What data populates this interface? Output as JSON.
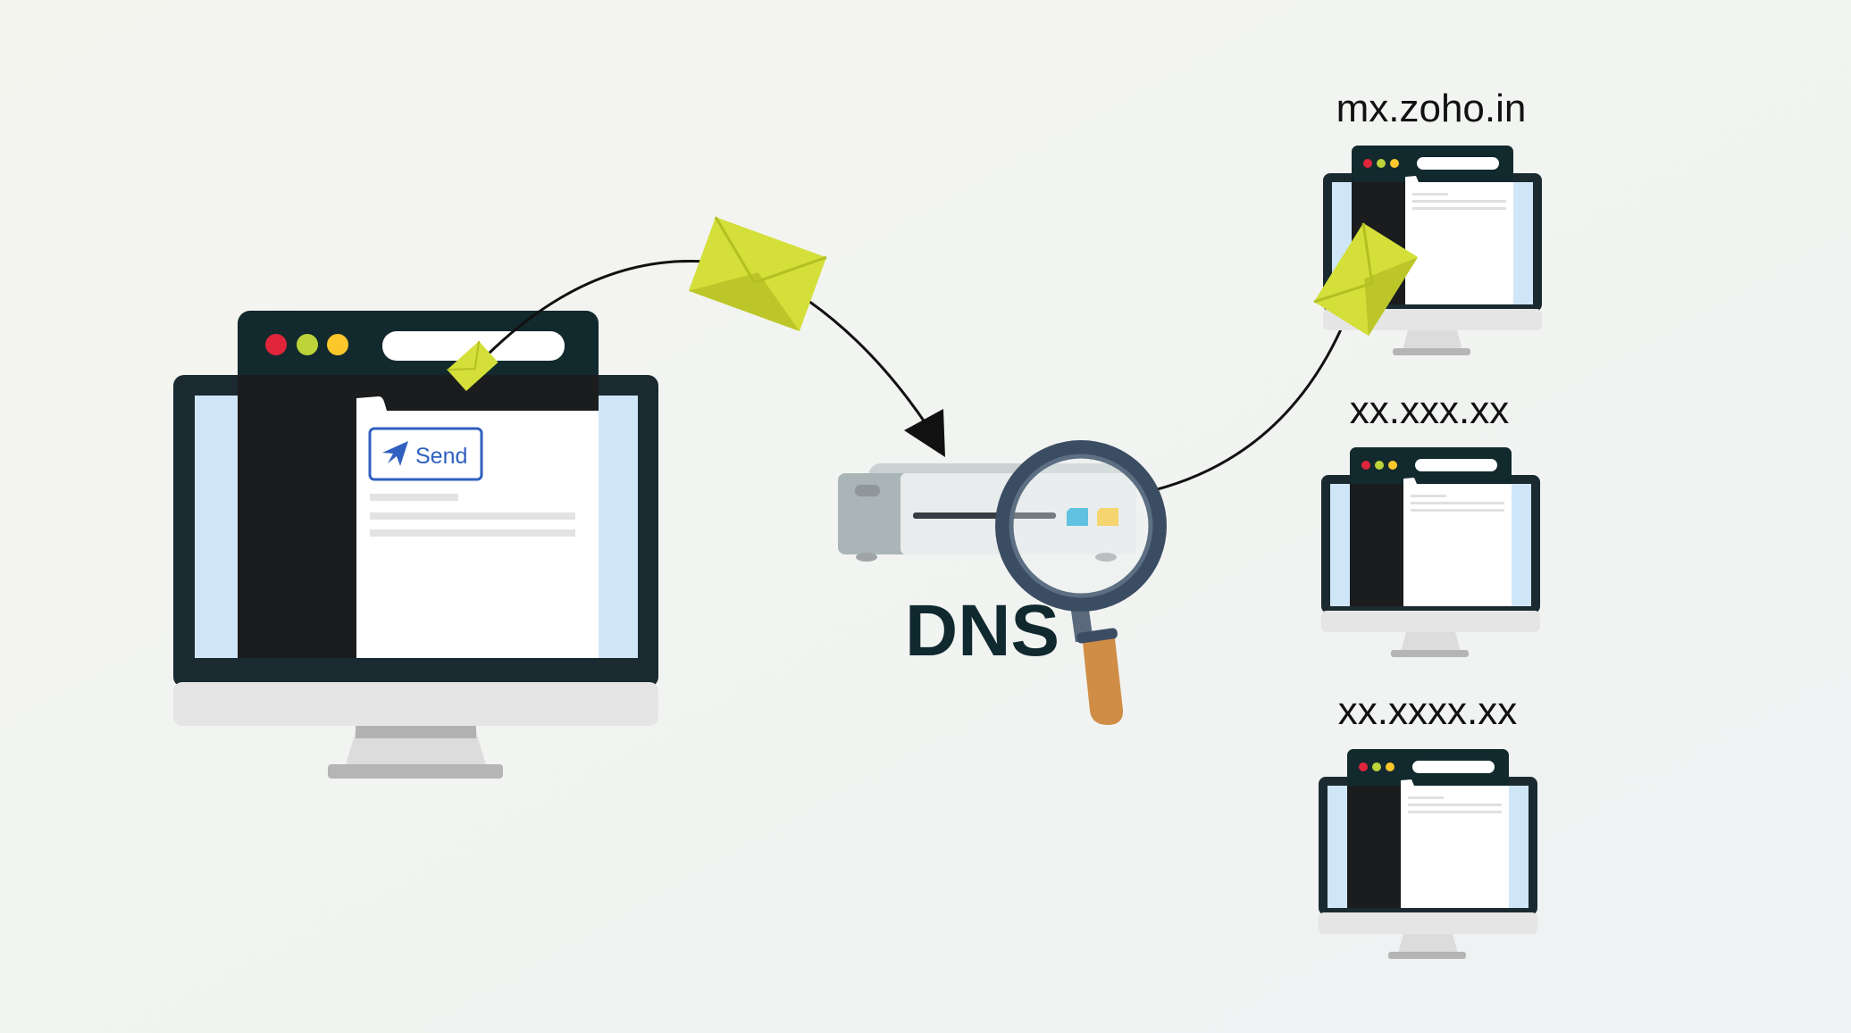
{
  "sender": {
    "send_button_label": "Send"
  },
  "dns": {
    "label": "DNS"
  },
  "servers": [
    {
      "label": "mx.zoho.in"
    },
    {
      "label": "xx.xxx.xx"
    },
    {
      "label": "xx.xxxx.xx"
    }
  ],
  "colors": {
    "background": "#f3f3ef",
    "envelope": "#d4df3a",
    "bezel": "#1a2a30",
    "screen_blue": "#cfe6f8",
    "send_blue": "#2f5fbf",
    "magnifier_ring": "#3b4d63",
    "magnifier_handle": "#cf8d45"
  }
}
